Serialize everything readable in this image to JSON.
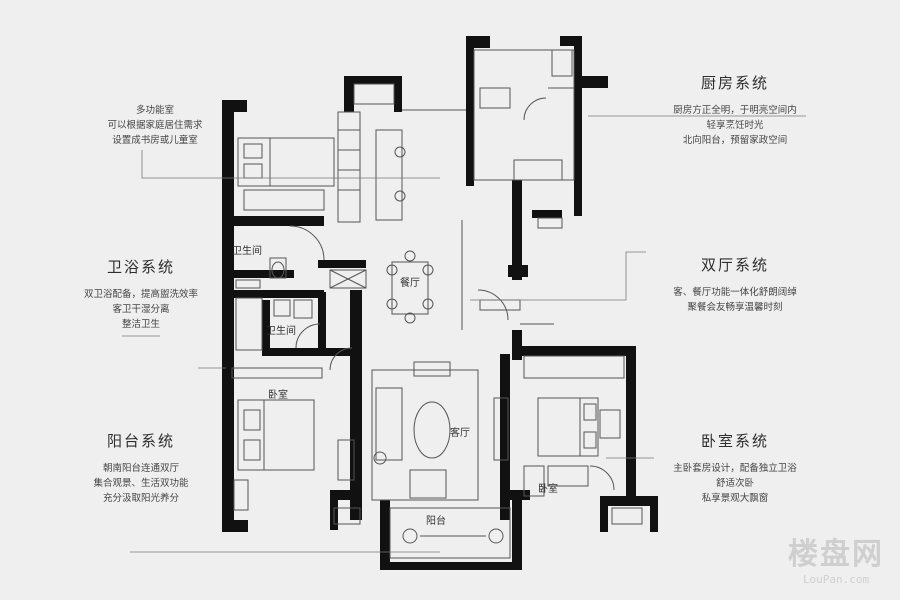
{
  "left_callouts": [
    {
      "title": "",
      "lines": [
        "多功能室",
        "可以根据家庭居住需求",
        "设置成书房或儿童室"
      ]
    },
    {
      "title": "卫浴系统",
      "lines": [
        "双卫浴配备，提高盥洗效率",
        "客卫干湿分离",
        "整洁卫生"
      ]
    },
    {
      "title": "阳台系统",
      "lines": [
        "朝南阳台连通双厅",
        "集合观景、生活双功能",
        "充分汲取阳光养分"
      ]
    }
  ],
  "right_callouts": [
    {
      "title": "厨房系统",
      "lines": [
        "厨房方正全明，于明亮空间内",
        "轻享烹饪时光",
        "北向阳台，预留家政空间"
      ]
    },
    {
      "title": "双厅系统",
      "lines": [
        "客、餐厅功能一体化舒朗阔绰",
        "聚餐会友畅享温馨时刻"
      ]
    },
    {
      "title": "卧室系统",
      "lines": [
        "主卧套房设计，配备独立卫浴",
        "舒适次卧",
        "私享景观大飘窗"
      ]
    }
  ],
  "rooms": {
    "bath1": "卫生间",
    "bath2": "卫生间",
    "dining": "餐厅",
    "bedroom_left": "卧室",
    "living": "客厅",
    "bedroom_right": "卧室",
    "balcony": "阳台"
  },
  "watermark": {
    "brand": "楼盘网",
    "site": "LouPan.com"
  }
}
